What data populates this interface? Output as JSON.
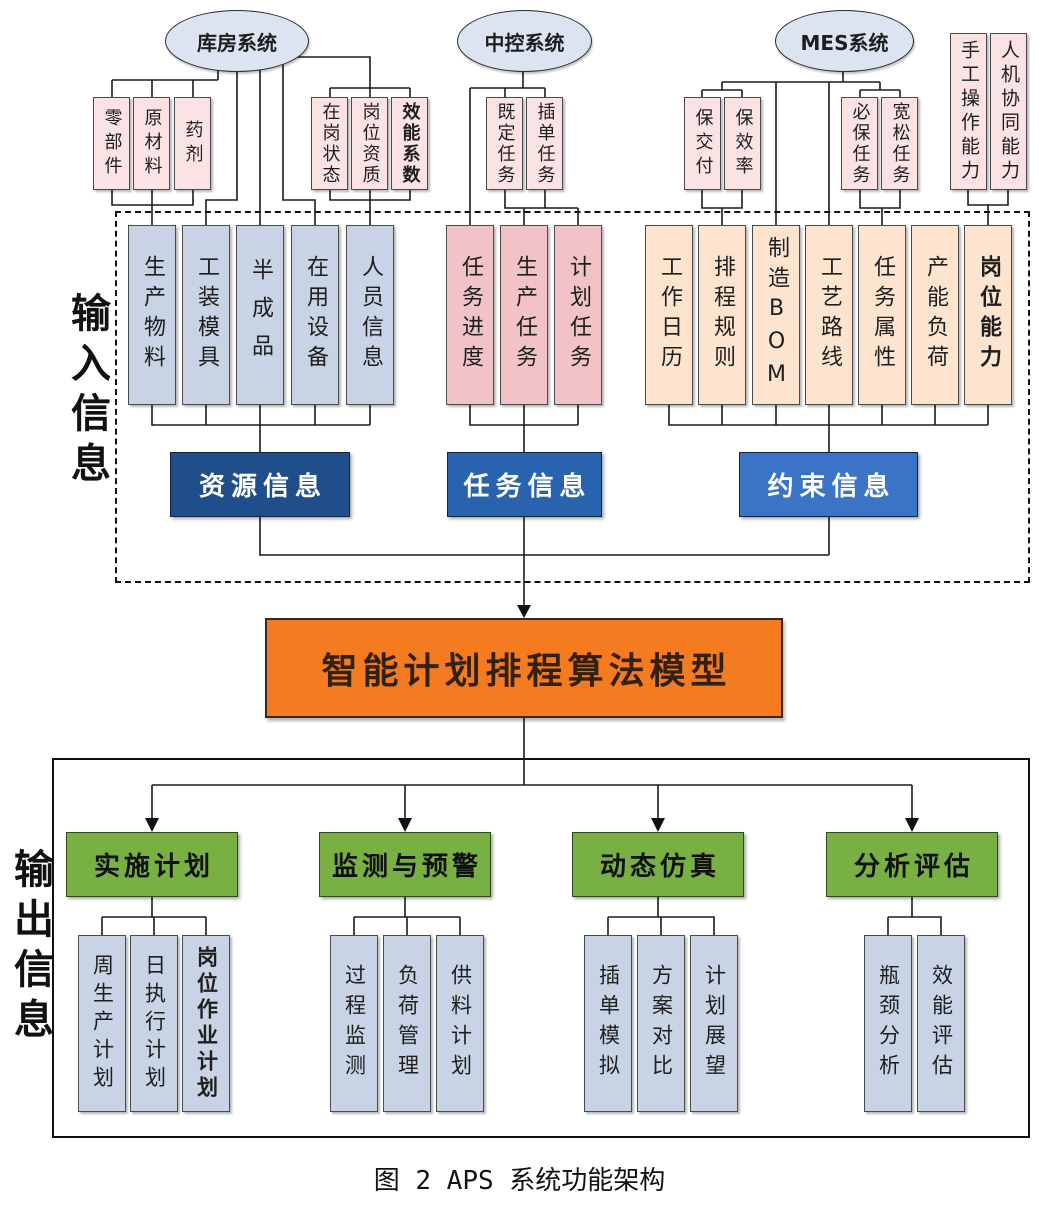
{
  "sources": {
    "warehouse": {
      "title": "库房系统",
      "items": [
        "零部件",
        "原材料",
        "药剂",
        "在岗状态",
        "岗位资质",
        "效能系数"
      ]
    },
    "central": {
      "title": "中控系统",
      "items": [
        "既定任务",
        "插单任务"
      ]
    },
    "mes": {
      "title": "MES系统",
      "items": [
        "保交付",
        "保效率",
        "必保任务",
        "宽松任务"
      ]
    },
    "manual": [
      "手工操作能力",
      "人机协同能力"
    ]
  },
  "input": {
    "side_label": "输入信息",
    "resource": {
      "label": "资源信息",
      "items": [
        "生产物料",
        "工装模具",
        "半成品",
        "在用设备",
        "人员信息"
      ]
    },
    "task": {
      "label": "任务信息",
      "items": [
        "任务进度",
        "生产任务",
        "计划任务"
      ]
    },
    "constraint": {
      "label": "约束信息",
      "items": [
        "工作日历",
        "排程规则",
        "制造BOM",
        "工艺路线",
        "任务属性",
        "产能负荷",
        "岗位能力"
      ]
    }
  },
  "model": {
    "title": "智能计划排程算法模型"
  },
  "output": {
    "side_label": "输出信息",
    "groups": [
      {
        "label": "实施计划",
        "items": [
          "周生产计划",
          "日执行计划",
          "岗位作业计划"
        ]
      },
      {
        "label": "监测与预警",
        "items": [
          "过程监测",
          "负荷管理",
          "供料计划"
        ]
      },
      {
        "label": "动态仿真",
        "items": [
          "插单模拟",
          "方案对比",
          "计划展望"
        ]
      },
      {
        "label": "分析评估",
        "items": [
          "瓶颈分析",
          "效能评估"
        ]
      }
    ]
  },
  "caption": "图 2 APS 系统功能架构",
  "colors": {
    "ellipse_fill": "#dbe4f0",
    "source_fill": "#fce3e3",
    "resource_fill": "#c8d4e5",
    "task_fill": "#f1c3c6",
    "constraint_fill": "#fde4cf",
    "resource_label": "#1f4e8a",
    "task_label": "#2a63ad",
    "constraint_label": "#3b73c6",
    "model_fill": "#f47b20",
    "output_group_fill": "#78b043",
    "output_item_fill": "#c8d4e5"
  }
}
